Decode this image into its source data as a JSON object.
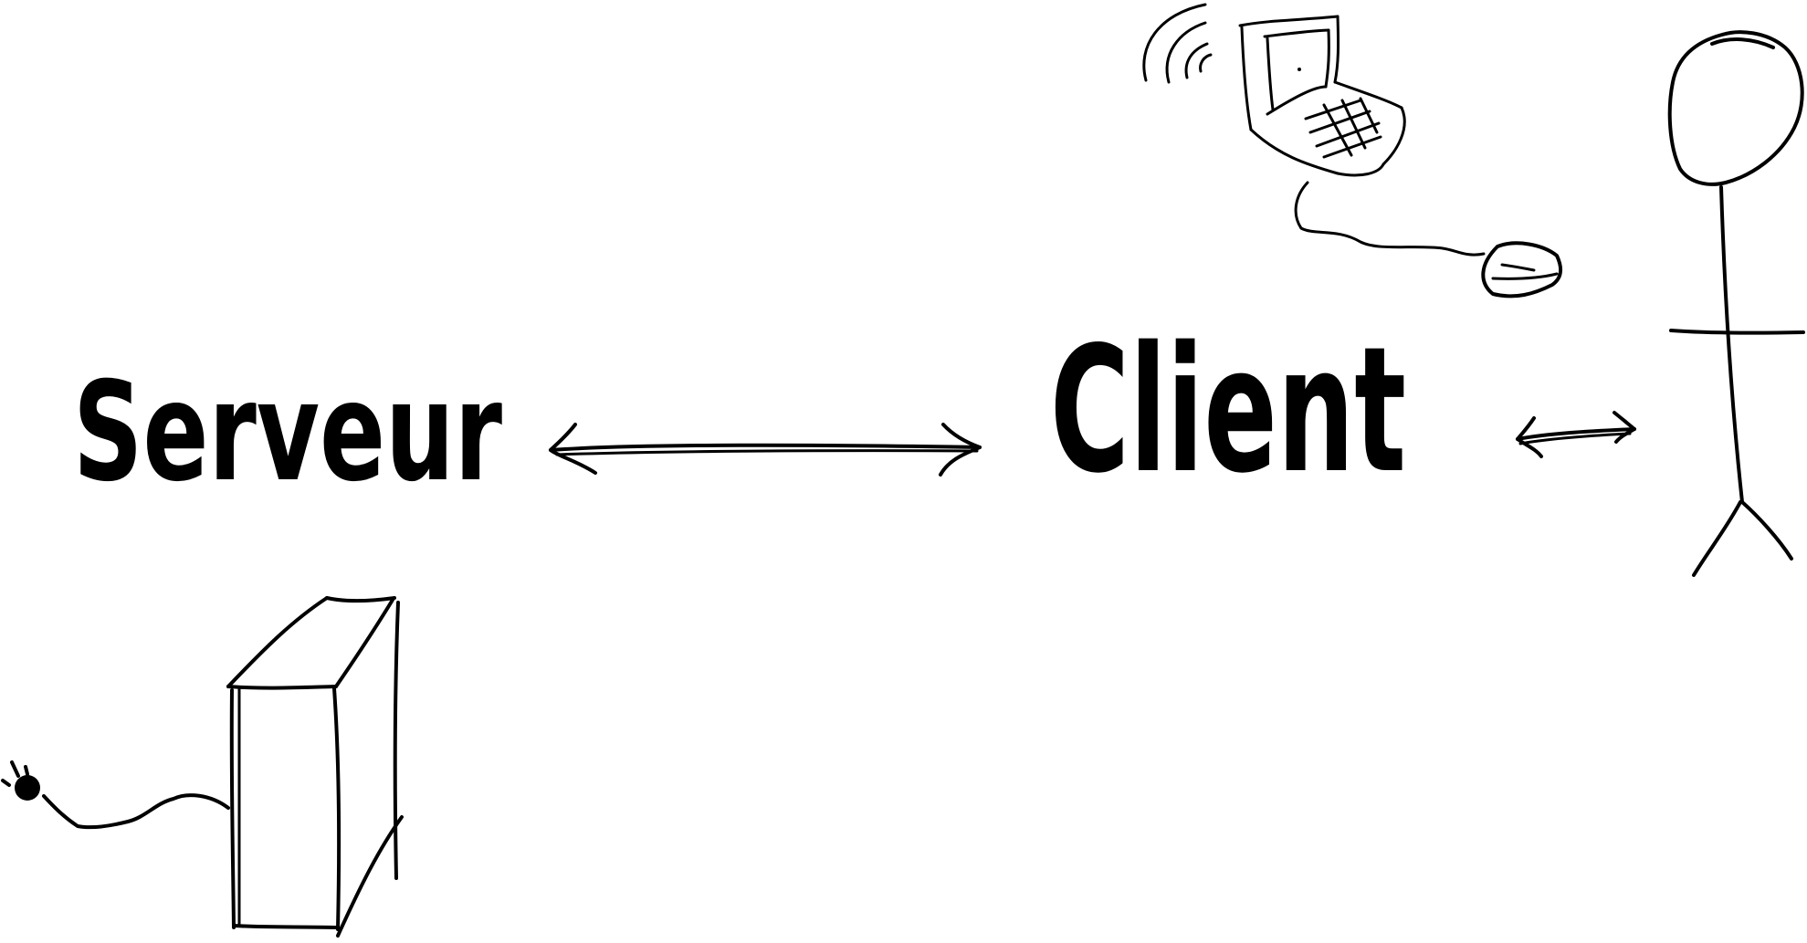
{
  "diagram": {
    "nodes": [
      {
        "id": "server",
        "label": "Serveur"
      },
      {
        "id": "client",
        "label": "Client"
      }
    ],
    "edges": [
      {
        "from": "server",
        "to": "client",
        "direction": "bidirectional"
      },
      {
        "from": "client",
        "to": "user",
        "direction": "bidirectional"
      }
    ],
    "icons": [
      "server-tower-icon",
      "power-plug-icon",
      "laptop-icon",
      "wifi-icon",
      "mouse-icon",
      "stick-figure-user-icon"
    ],
    "colors": {
      "ink": "#000000",
      "background": "#ffffff"
    }
  }
}
